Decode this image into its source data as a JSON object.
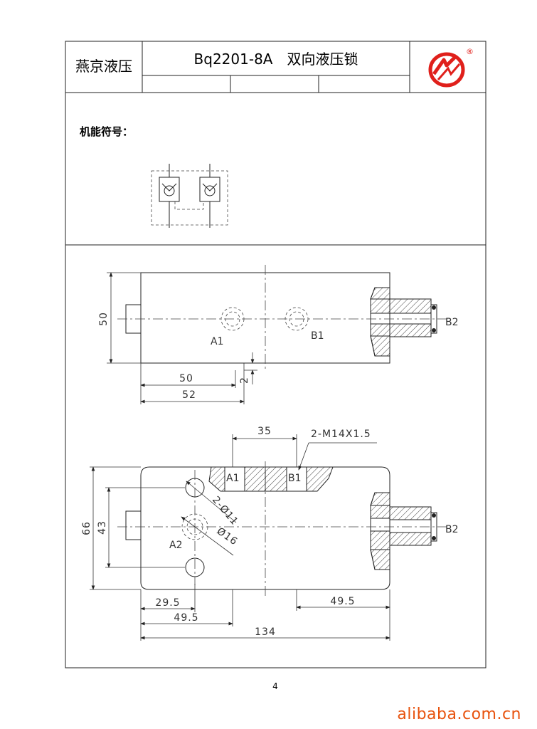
{
  "header": {
    "company": "燕京液压",
    "title": "Bq2201-8A　双向液压锁",
    "registered_mark": "®"
  },
  "section_symbol": {
    "heading": "机能符号："
  },
  "view_top": {
    "dims": {
      "height": "50",
      "d50": "50",
      "d52": "52",
      "d2": "2"
    },
    "ports": {
      "a1": "A1",
      "b1": "B1",
      "b2": "B2"
    }
  },
  "view_bottom": {
    "dims": {
      "d35": "35",
      "thread": "2-M14X1.5",
      "h66": "66",
      "h43": "43",
      "hole11": "2-Ø11",
      "hole16": "Ø16",
      "d295": "29.5",
      "d495a": "49.5",
      "d495b": "49.5",
      "d134": "134"
    },
    "ports": {
      "a1": "A1",
      "b1": "B1",
      "a2": "A2",
      "b2": "B2"
    }
  },
  "page_number": "4",
  "watermark": "alibaba.com.cn",
  "colors": {
    "logo_red": "#e0201b",
    "watermark": "#e8530e",
    "line": "#222222"
  }
}
